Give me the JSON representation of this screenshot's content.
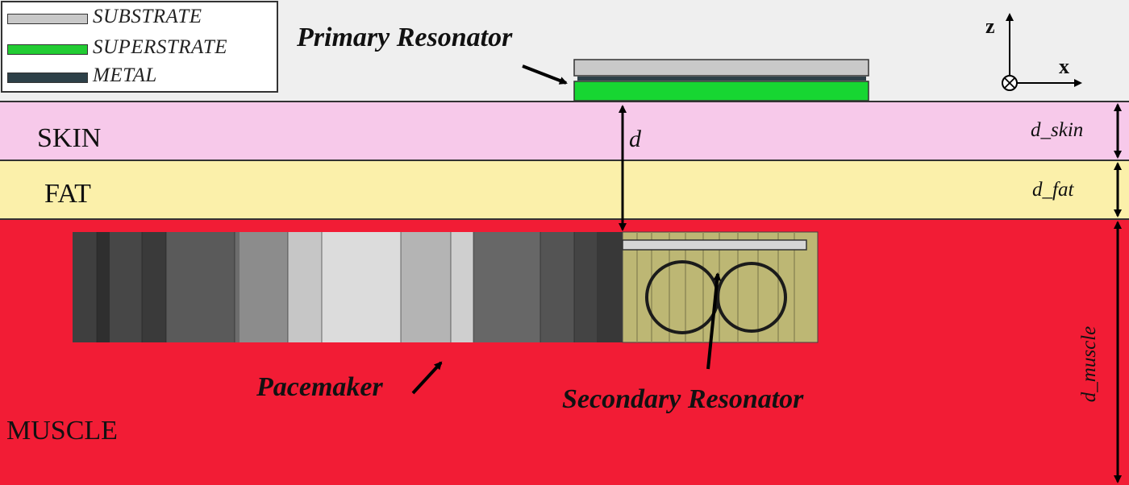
{
  "legend": {
    "items": [
      {
        "label": "SUBSTRATE",
        "color": "#c8c8c8"
      },
      {
        "label": "SUPERSTRATE",
        "color": "#22cc33"
      },
      {
        "label": "METAL",
        "color": "#2d4048"
      }
    ]
  },
  "layers": {
    "skin": {
      "label": "SKIN",
      "thickness_label": "d_skin",
      "color": "#f7c9ea"
    },
    "fat": {
      "label": "FAT",
      "thickness_label": "d_fat",
      "color": "#fbf0aa"
    },
    "muscle": {
      "label": "MUSCLE",
      "thickness_label": "d_muscle",
      "color": "#f21c35"
    }
  },
  "annotations": {
    "primary_resonator": "Primary Resonator",
    "secondary_resonator": "Secondary Resonator",
    "pacemaker": "Pacemaker",
    "distance": "d"
  },
  "axes": {
    "z": "z",
    "x": "x"
  }
}
